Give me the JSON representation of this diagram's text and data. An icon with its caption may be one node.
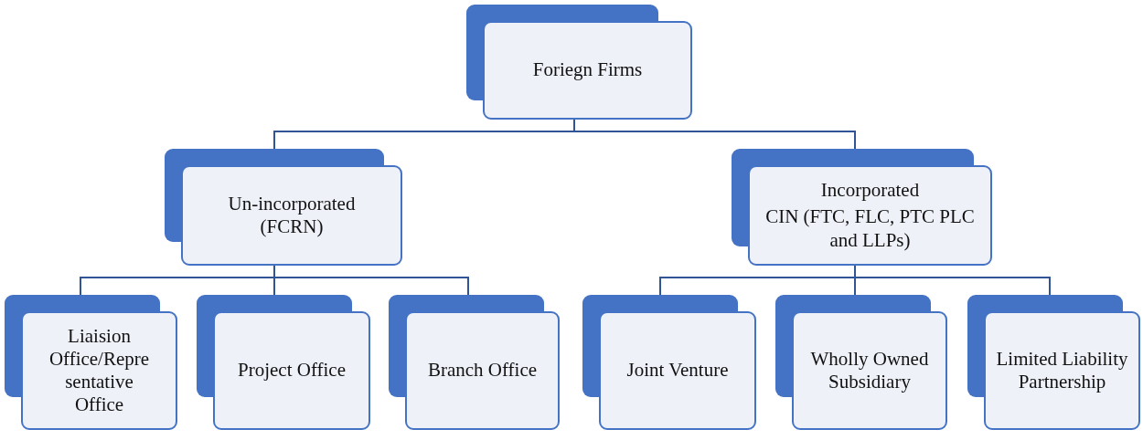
{
  "diagram": {
    "nodes": [
      {
        "text": [
          "Foriegn Firms"
        ]
      },
      {
        "text": [
          "Un-incorporated (FCRN)"
        ]
      },
      {
        "text": [
          "Incorporated",
          "CIN (FTC, FLC, PTC PLC  and LLPs)"
        ]
      },
      {
        "text": [
          "Liaision Office/Repre sentative Office"
        ]
      },
      {
        "text": [
          "Project Office"
        ]
      },
      {
        "text": [
          "Branch Office"
        ]
      },
      {
        "text": [
          "Joint Venture"
        ]
      },
      {
        "text": [
          "Wholly Owned Subsidiary"
        ]
      },
      {
        "text": [
          "Limited Liability Partnership"
        ]
      }
    ],
    "edges": [
      {
        "from": 0,
        "to": 1,
        "arrow": "none"
      },
      {
        "from": 0,
        "to": 2,
        "arrow": "none"
      },
      {
        "from": 1,
        "to": 3,
        "arrow": "none"
      },
      {
        "from": 1,
        "to": 4,
        "arrow": "none"
      },
      {
        "from": 1,
        "to": 5,
        "arrow": "none"
      },
      {
        "from": 2,
        "to": 6,
        "arrow": "none"
      },
      {
        "from": 2,
        "to": 7,
        "arrow": "none"
      },
      {
        "from": 2,
        "to": 8,
        "arrow": "none"
      }
    ]
  }
}
